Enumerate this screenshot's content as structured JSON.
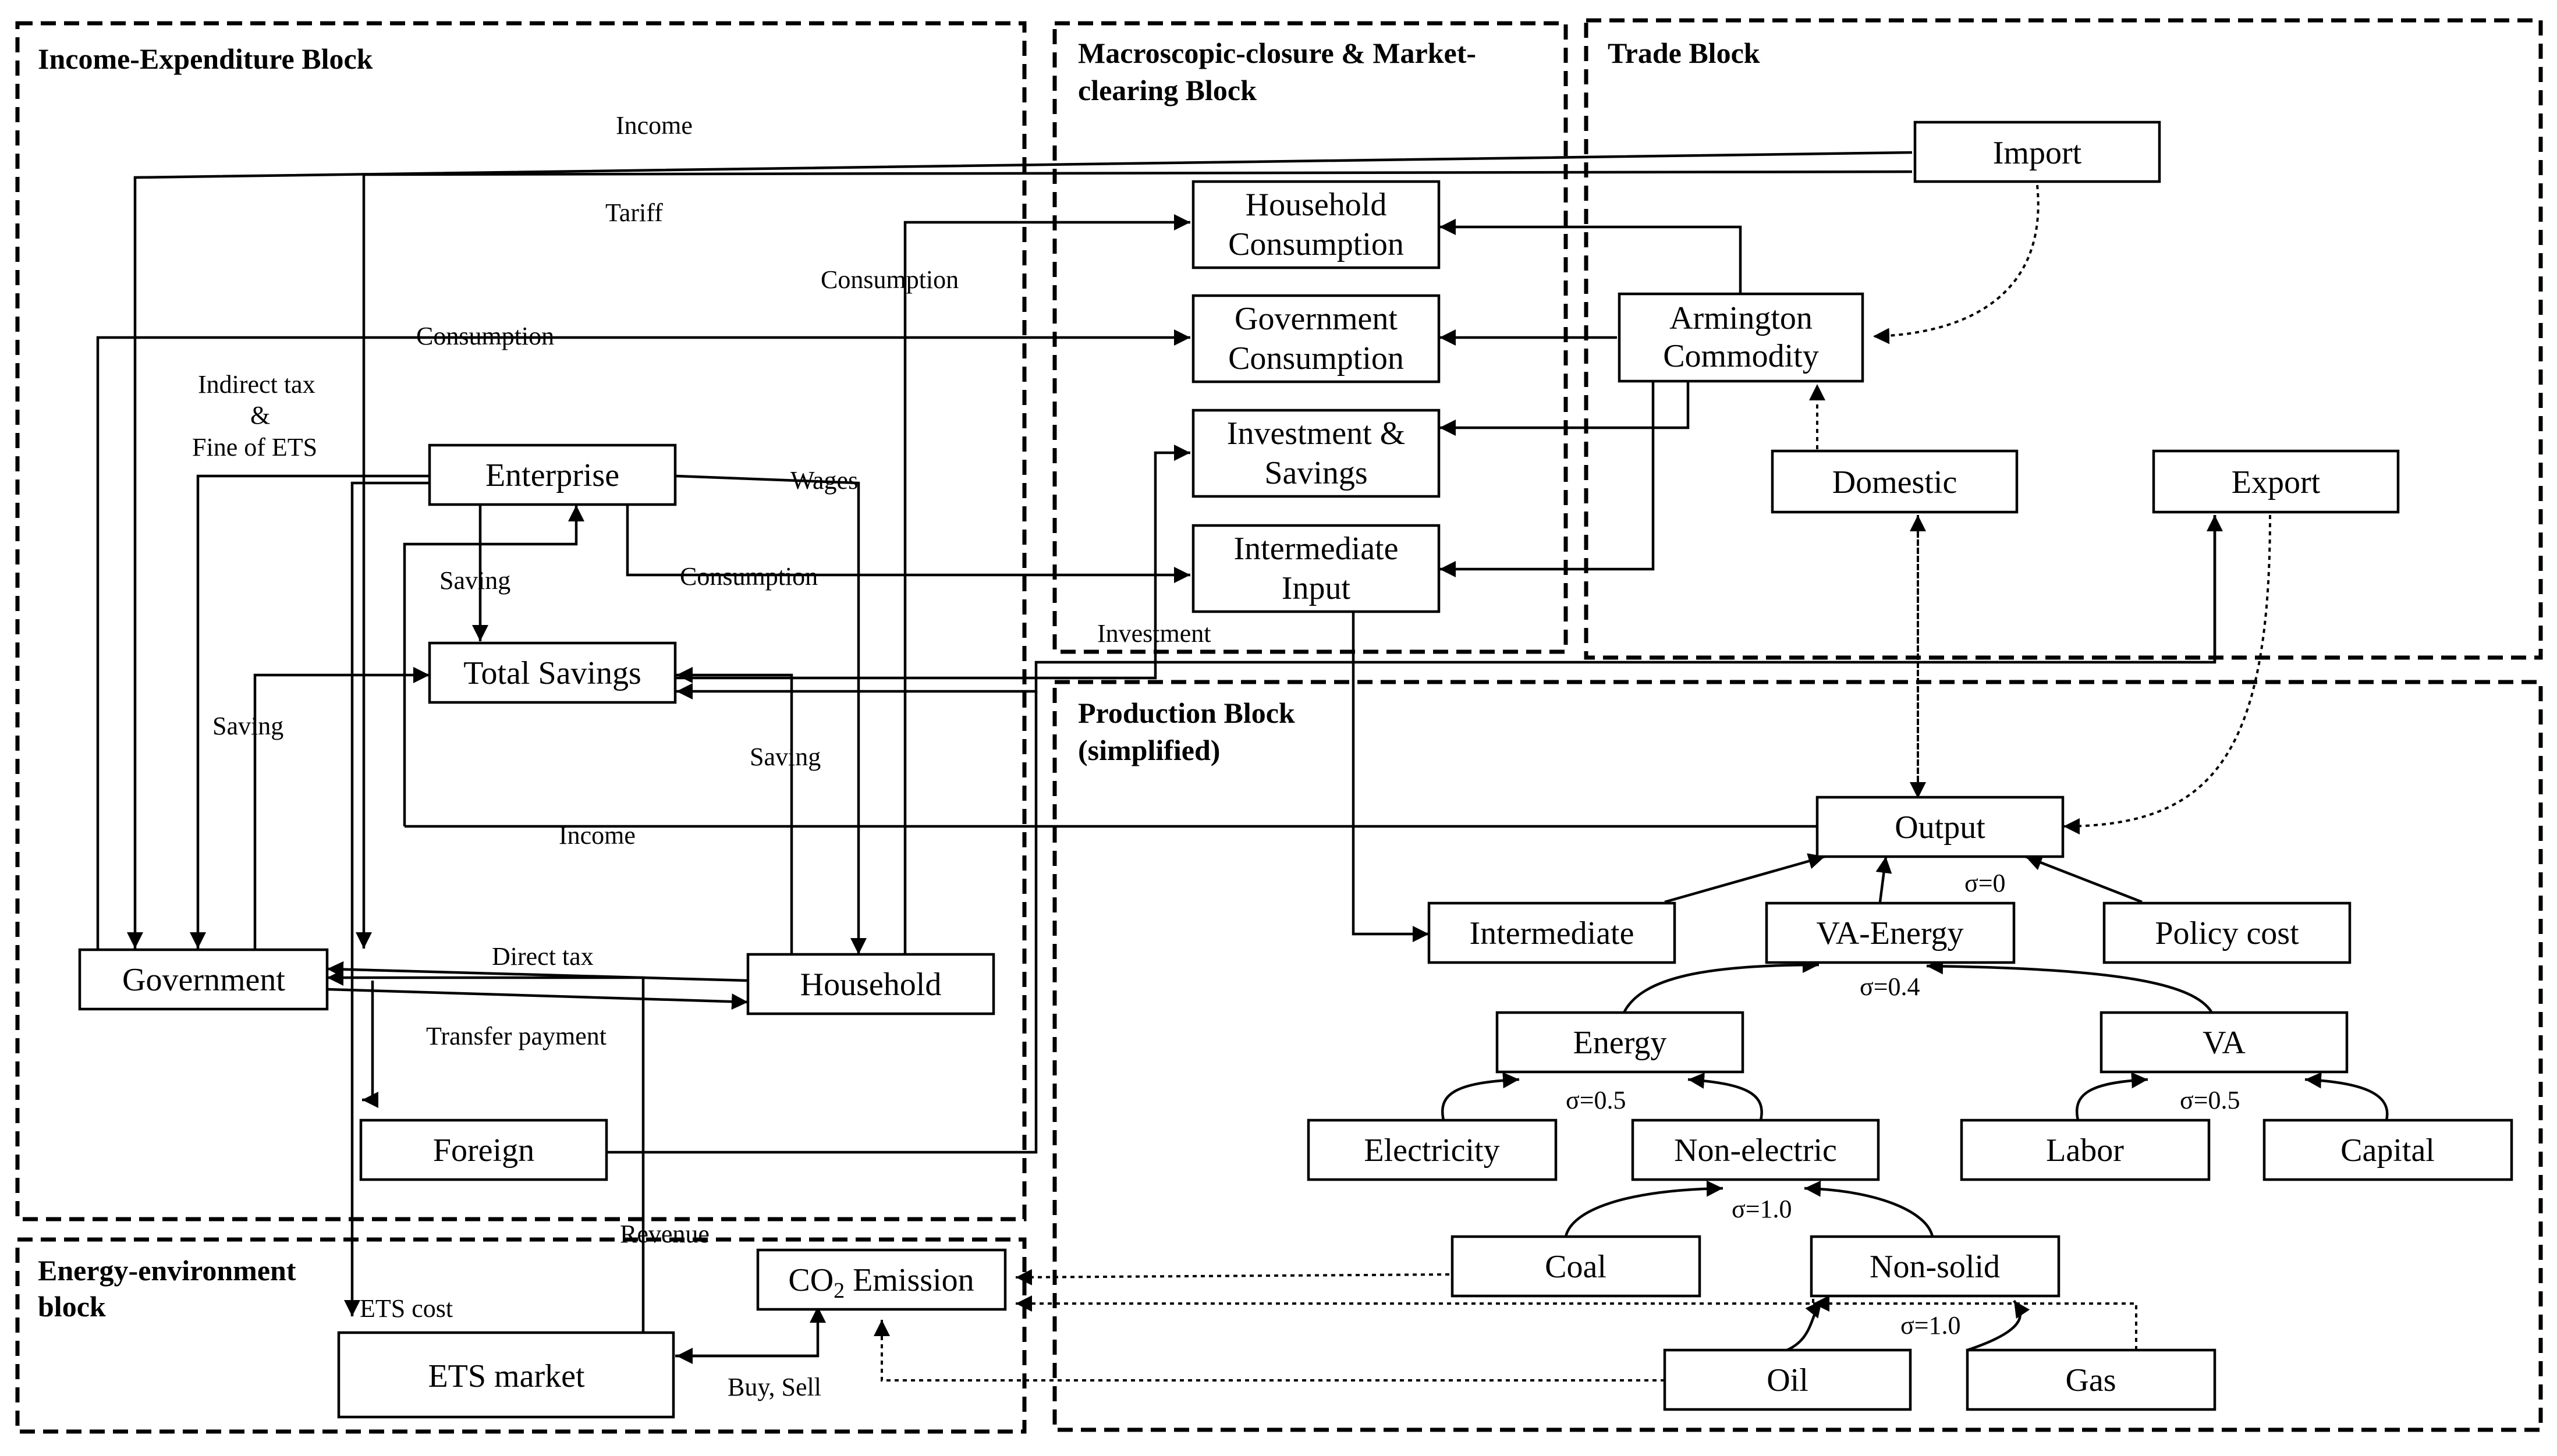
{
  "blocks": {
    "income_expenditure": "Income-Expenditure Block",
    "macro_closure_line1": "Macroscopic-closure & Market-",
    "macro_closure_line2": "clearing Block",
    "trade": "Trade Block",
    "production_line1": "Production Block",
    "production_line2": "(simplified)",
    "energy_env_line1": "Energy-environment",
    "energy_env_line2": "block"
  },
  "nodes": {
    "import": "Import",
    "armington_line1": "Armington",
    "armington_line2": "Commodity",
    "domestic": "Domestic",
    "export": "Export",
    "household_consumption_line1": "Household",
    "household_consumption_line2": "Consumption",
    "government_consumption_line1": "Government",
    "government_consumption_line2": "Consumption",
    "investment_savings_line1": "Investment &",
    "investment_savings_line2": "Savings",
    "intermediate_input_line1": "Intermediate",
    "intermediate_input_line2": "Input",
    "enterprise": "Enterprise",
    "total_savings": "Total Savings",
    "government": "Government",
    "household": "Household",
    "foreign": "Foreign",
    "ets_market": "ETS market",
    "co2_pre": "CO",
    "co2_sub": "2",
    "co2_post": " Emission",
    "output": "Output",
    "intermediate": "Intermediate",
    "va_energy": "VA-Energy",
    "policy_cost": "Policy cost",
    "energy": "Energy",
    "va": "VA",
    "electricity": "Electricity",
    "non_electric": "Non-electric",
    "labor": "Labor",
    "capital": "Capital",
    "coal": "Coal",
    "non_solid": "Non-solid",
    "oil": "Oil",
    "gas": "Gas"
  },
  "edge_labels": {
    "income_top": "Income",
    "tariff": "Tariff",
    "consumption_hh": "Consumption",
    "consumption_gov": "Consumption",
    "indirect_tax_1": "Indirect tax",
    "indirect_tax_2": "&",
    "indirect_tax_3": "Fine of ETS",
    "wages": "Wages",
    "saving_enterprise": "Saving",
    "consumption_enterprise": "Consumption",
    "investment": "Investment",
    "saving_gov": "Saving",
    "saving_hh": "Saving",
    "income_output": "Income",
    "direct_tax": "Direct tax",
    "transfer_payment": "Transfer payment",
    "revenue": "Revenue",
    "ets_cost": "ETS cost",
    "buy_sell": "Buy, Sell"
  },
  "elasticities": {
    "output": "σ=0",
    "va_energy": "σ=0.4",
    "energy": "σ=0.5",
    "va": "σ=0.5",
    "non_electric": "σ=1.0",
    "non_solid": "σ=1.0"
  }
}
